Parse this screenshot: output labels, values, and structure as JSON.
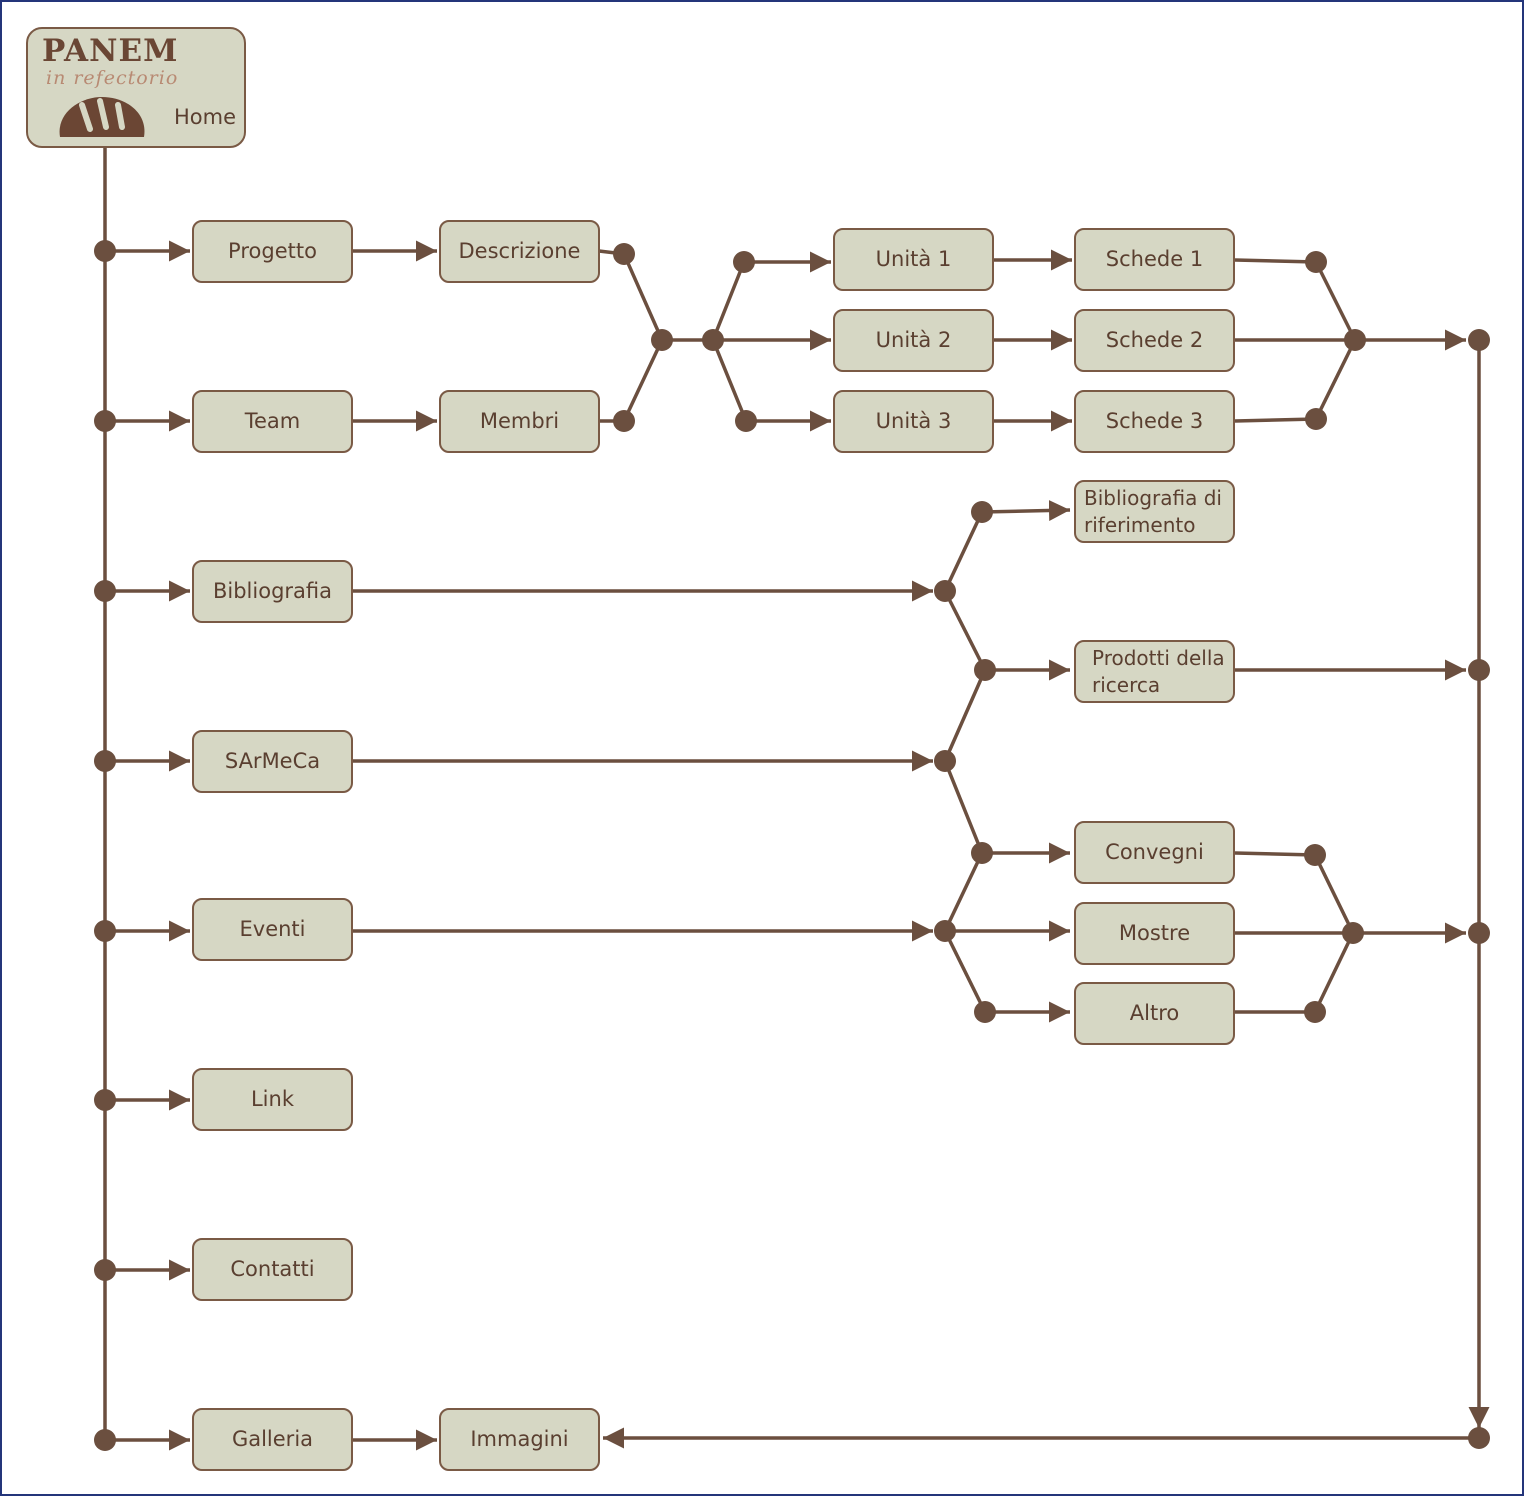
{
  "home": {
    "logo_title": "PANEM",
    "logo_subtitle": "in refectorio",
    "label": "Home",
    "icon": "bread-icon"
  },
  "nodes": {
    "progetto": "Progetto",
    "team": "Team",
    "bibliografia": "Bibliografia",
    "sarmeca": "SArMeCa",
    "eventi": "Eventi",
    "link": "Link",
    "contatti": "Contatti",
    "galleria": "Galleria",
    "descrizione": "Descrizione",
    "membri": "Membri",
    "immagini": "Immagini",
    "unita1": "Unità 1",
    "unita2": "Unità 2",
    "unita3": "Unità 3",
    "schede1": "Schede 1",
    "schede2": "Schede 2",
    "schede3": "Schede 3",
    "bibliografia_rif": "Bibliografia di riferimento",
    "prodotti": "Prodotti della ricerca",
    "convegni": "Convegni",
    "mostre": "Mostre",
    "altro": "Altro"
  },
  "colors": {
    "line": "#6b4f3f",
    "box_fill": "#d6d7c4",
    "box_border": "#7a5a45",
    "text": "#5a3f30",
    "frame": "#24357a"
  }
}
